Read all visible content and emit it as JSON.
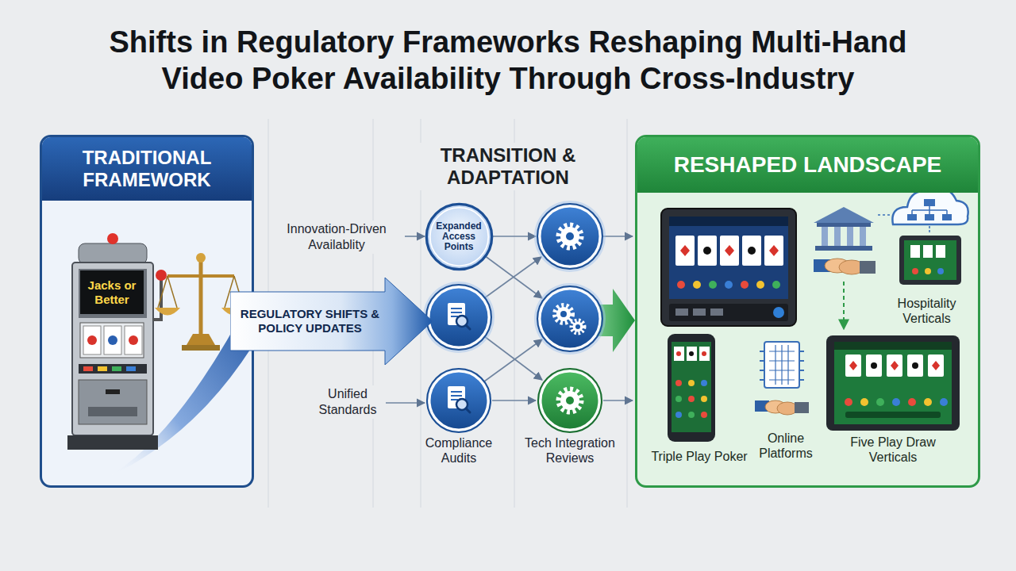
{
  "diagram": {
    "title": "Shifts in Regulatory Frameworks Reshaping Multi-Hand Video Poker Availability Through Cross-Industry",
    "nodes": [
      {
        "text": [
          "TRADITIONAL FRAMEWORK"
        ]
      },
      {
        "text": [
          "REGULATORY SHIFTS & POLICY UPDATES"
        ]
      },
      {
        "text": [
          "Expanded Access Points"
        ]
      },
      {
        "text": [
          "Compliance Audits"
        ]
      },
      {
        "text": [
          "Tech Integration Reviews"
        ]
      },
      {
        "text": [
          "RESHAPED LANDSCAPE"
        ]
      }
    ],
    "labels": [
      "TRANSITION & ADAPTATION",
      "Innovation-Driven Availablity",
      "Unified Standards",
      "Jacks or Better",
      "Hospitality Verticals",
      "Triple Play Poker",
      "Online Platforms",
      "Five Play Draw Verticals"
    ]
  }
}
